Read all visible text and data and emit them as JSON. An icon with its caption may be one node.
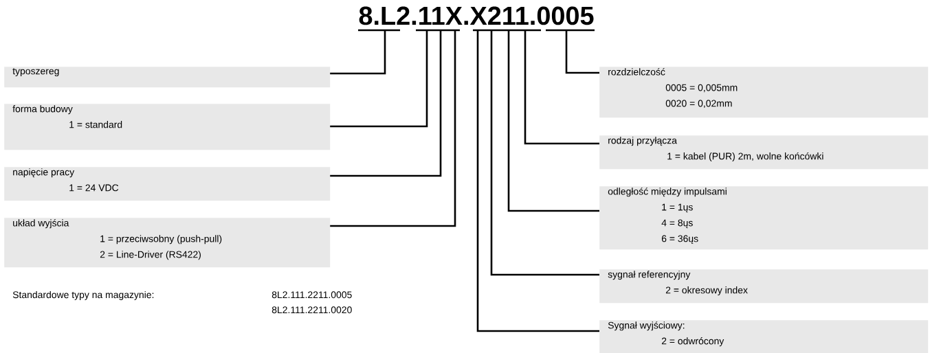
{
  "diagram": {
    "title": "8.L2.11X.X211.0005",
    "nodes": [
      {
        "text": [
          "typoszereg"
        ]
      },
      {
        "text": [
          "forma budowy",
          "1 = standard"
        ]
      },
      {
        "text": [
          "napięcie pracy",
          "1 = 24 VDC"
        ]
      },
      {
        "text": [
          "układ wyjścia",
          "1 = przeciwsobny  (push-pull)",
          "2 = Line-Driver (RS422)"
        ]
      },
      {
        "text": [
          "rozdzielczość",
          "0005 = 0,005mm",
          "0020 = 0,02mm"
        ]
      },
      {
        "text": [
          "rodzaj przyłącza",
          "1 = kabel (PUR) 2m, wolne końcówki"
        ]
      },
      {
        "text": [
          "odległość między impulsami",
          "1 = 1ųs",
          "4 = 8ųs",
          "6 = 36ųs"
        ]
      },
      {
        "text": [
          "sygnał referencyjny",
          "2 = okresowy index"
        ]
      },
      {
        "text": [
          "Sygnał wyjściowy:",
          "2 = odwrócony"
        ]
      }
    ],
    "edges": [
      {
        "from": 0,
        "to": null,
        "arrow": "none"
      },
      {
        "from": 1,
        "to": null,
        "arrow": "none"
      },
      {
        "from": 2,
        "to": null,
        "arrow": "none"
      },
      {
        "from": 3,
        "to": null,
        "arrow": "none"
      },
      {
        "from": 4,
        "to": null,
        "arrow": "none"
      },
      {
        "from": 5,
        "to": null,
        "arrow": "none"
      },
      {
        "from": 6,
        "to": null,
        "arrow": "none"
      },
      {
        "from": 7,
        "to": null,
        "arrow": "none"
      },
      {
        "from": 8,
        "to": null,
        "arrow": "none"
      }
    ],
    "labels": [
      "Standardowe typy na magazynie:",
      "8L2.111.2211.0005",
      "8L2.111.2211.0020"
    ]
  }
}
